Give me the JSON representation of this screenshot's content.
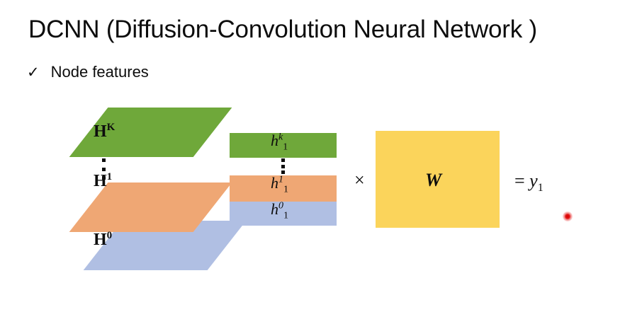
{
  "slide": {
    "title": "DCNN (Diffusion-Convolution Neural Network )",
    "bullet": {
      "icon": "check-mark-icon",
      "glyph": "✓",
      "text": "Node features"
    }
  },
  "diagram": {
    "planes": [
      {
        "name": "plane-hk",
        "base": "H",
        "exponent": "K",
        "color": "#6FA83A"
      },
      {
        "name": "plane-h1",
        "base": "H",
        "exponent": "1",
        "color": "#EFA774"
      },
      {
        "name": "plane-h0",
        "base": "H",
        "exponent": "0",
        "color": "#B0BFE3"
      }
    ],
    "planes_ellipsis": "⋮",
    "bars": [
      {
        "name": "bar-hk1",
        "base": "h",
        "superscript": "k",
        "subscript": "1",
        "color": "#6FA83A"
      },
      {
        "name": "bar-h11",
        "base": "h",
        "superscript": "1",
        "subscript": "1",
        "color": "#EFA774"
      },
      {
        "name": "bar-h01",
        "base": "h",
        "superscript": "0",
        "subscript": "1",
        "color": "#B0BFE3"
      }
    ],
    "bars_ellipsis": "⋮",
    "multiply_symbol": "×",
    "weight_matrix": {
      "label": "W",
      "color": "#FBD45B"
    },
    "result": {
      "equals": "=",
      "variable": "y",
      "subscript": "1"
    },
    "pointer": {
      "name": "laser-pointer-dot",
      "color": "#d40000"
    }
  }
}
